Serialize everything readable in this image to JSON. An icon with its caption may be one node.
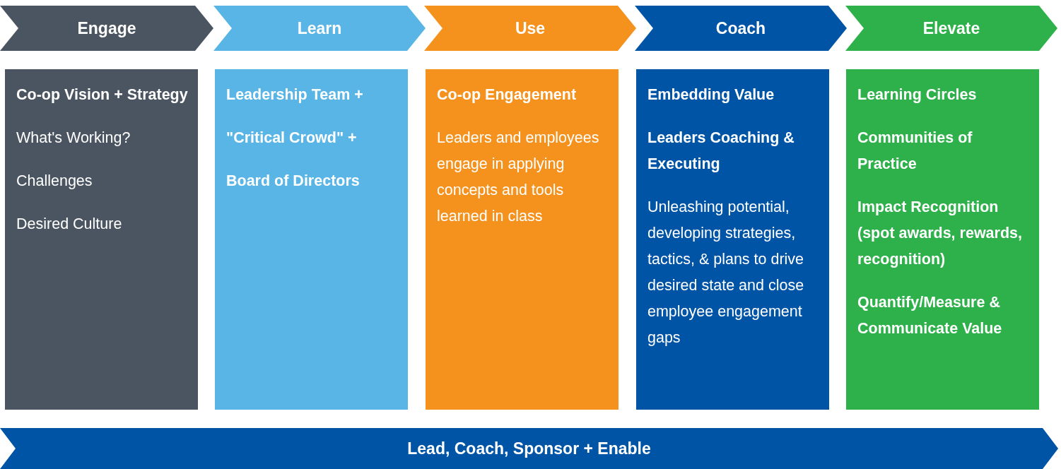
{
  "diagram": {
    "nodes": [
      {
        "text": [
          "Engage"
        ]
      },
      {
        "text": [
          "Learn"
        ]
      },
      {
        "text": [
          "Use"
        ]
      },
      {
        "text": [
          "Coach"
        ]
      },
      {
        "text": [
          "Elevate"
        ]
      },
      {
        "text": [
          "Co-op Vision + Strategy",
          "What's Working?",
          "Challenges",
          "Desired Culture"
        ]
      },
      {
        "text": [
          "Leadership Team +",
          "\"Critical Crowd\" +",
          "Board of Directors"
        ]
      },
      {
        "text": [
          "Co-op Engagement",
          "Leaders and employees engage in applying concepts and tools learned in class"
        ]
      },
      {
        "text": [
          "Embedding Value",
          "Leaders Coaching & Executing",
          "Unleashing potential, developing strategies, tactics, & plans to drive desired state and close employee engagement gaps"
        ]
      },
      {
        "text": [
          "Learning Circles",
          "Communities of Practice",
          "Impact Recognition (spot awards, rewards, recognition)",
          "Quantify/Measure & Communicate Value"
        ]
      },
      {
        "text": [
          "Lead, Coach, Sponsor + Enable"
        ]
      }
    ],
    "edges": []
  }
}
